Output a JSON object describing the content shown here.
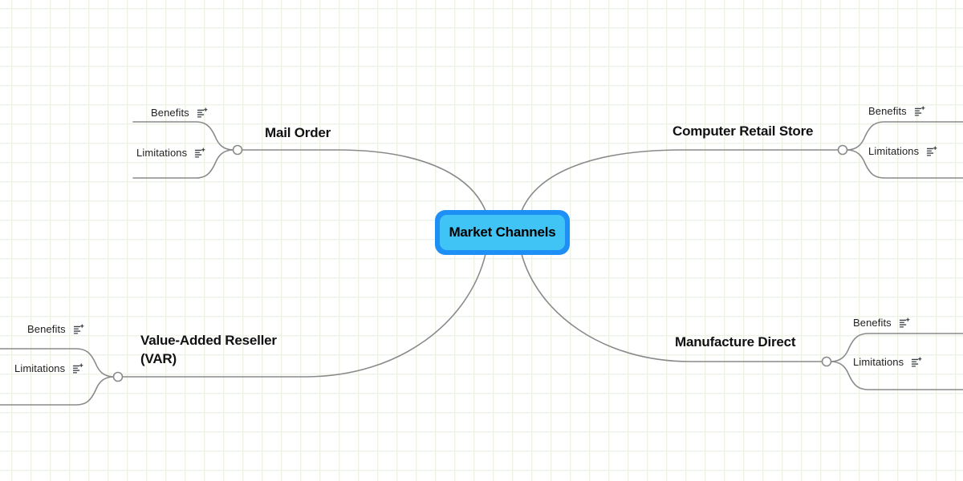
{
  "app": {
    "type": "mind-map",
    "background": "#ffffff",
    "grid_color": "#eef3e8",
    "grid_size": 24,
    "edge_color": "#8a8a8a"
  },
  "root": {
    "label": "Market Channels",
    "border_color": "#1E90F5",
    "fill_color": "#40C4F5",
    "text_color": "#000000"
  },
  "branches": [
    {
      "id": "mail-order",
      "label": "Mail Order",
      "position": "top-left",
      "children": [
        {
          "label": "Benefits",
          "icon": "note-icon"
        },
        {
          "label": "Limitations",
          "icon": "note-icon"
        }
      ]
    },
    {
      "id": "computer-retail-store",
      "label": "Computer Retail Store",
      "position": "top-right",
      "children": [
        {
          "label": "Benefits",
          "icon": "note-icon"
        },
        {
          "label": "Limitations",
          "icon": "note-icon"
        }
      ]
    },
    {
      "id": "value-added-reseller",
      "label": "Value-Added Reseller\n(VAR)",
      "position": "bottom-left",
      "children": [
        {
          "label": "Benefits",
          "icon": "note-icon"
        },
        {
          "label": "Limitations",
          "icon": "note-icon"
        }
      ]
    },
    {
      "id": "manufacture-direct",
      "label": "Manufacture Direct",
      "position": "bottom-right",
      "children": [
        {
          "label": "Benefits",
          "icon": "note-icon"
        },
        {
          "label": "Limitations",
          "icon": "note-icon"
        }
      ]
    }
  ]
}
